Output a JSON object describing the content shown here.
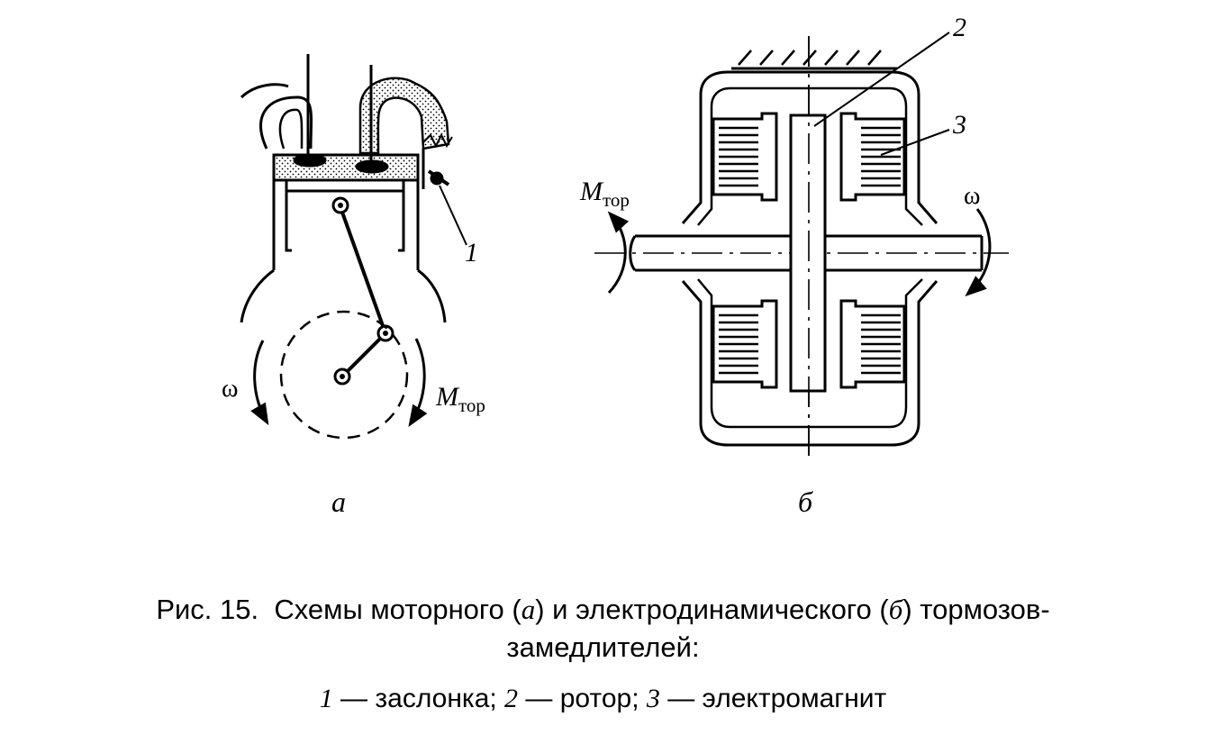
{
  "diagram_a": {
    "sublabel": "а",
    "omega": "ω",
    "torque_main": "M",
    "torque_sub": "тор",
    "callout_1": "1"
  },
  "diagram_b": {
    "sublabel": "б",
    "omega": "ω",
    "torque_main": "M",
    "torque_sub": "тор",
    "callout_2": "2",
    "callout_3": "3"
  },
  "caption": {
    "fig_prefix": "Рис. 15.",
    "title_part1": "Схемы моторного (",
    "title_a": "а",
    "title_part2": ") и электродинамического (",
    "title_b": "б",
    "title_part3": ") тормозов-",
    "title_line2": "замедлителей:",
    "legend_1_num": "1",
    "legend_1_text": " — заслонка; ",
    "legend_2_num": "2",
    "legend_2_text": " — ротор; ",
    "legend_3_num": "3",
    "legend_3_text": " — электромагнит"
  }
}
